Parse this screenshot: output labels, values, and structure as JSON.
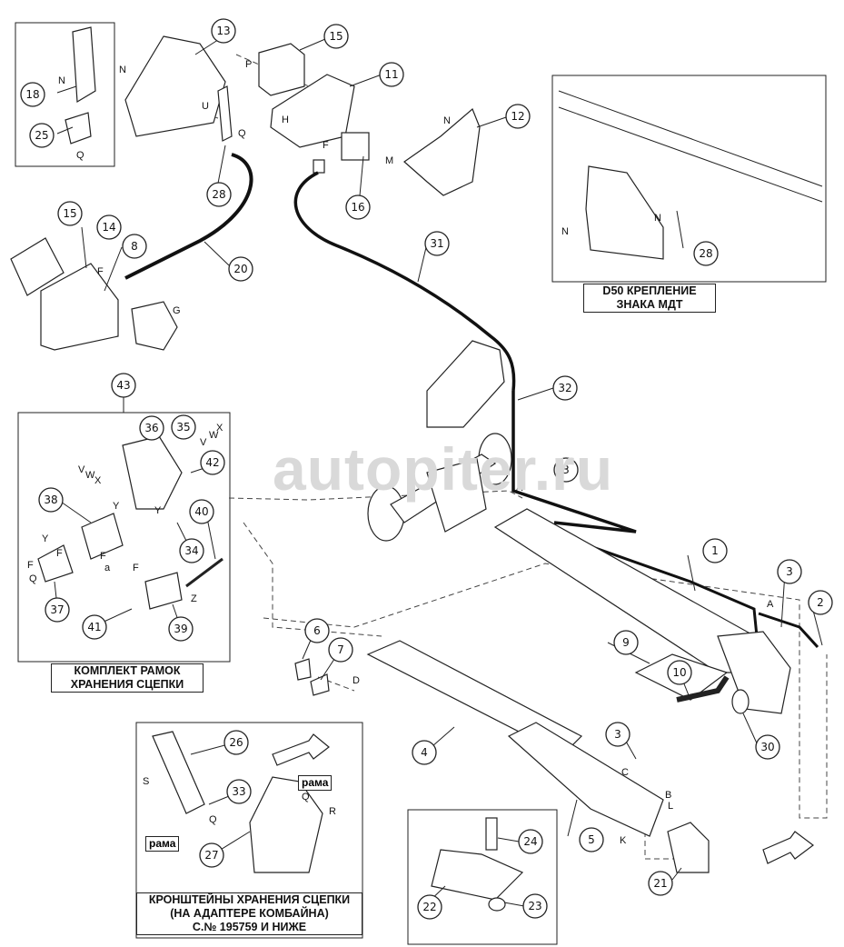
{
  "watermark": "autopiter.ru",
  "captions": {
    "d50_sign_mount": [
      "D50 КРЕПЛЕНИЕ",
      "ЗНАКА МДТ"
    ],
    "frame_kit": [
      "КОМПЛЕКТ РАМОК",
      "ХРАНЕНИЯ СЦЕПКИ"
    ],
    "storage_brackets": [
      "КРОНШТЕЙНЫ ХРАНЕНИЯ СЦЕПКИ",
      "(НА АДАПТЕРЕ КОМБАЙНА)",
      "С.№ 195759 И НИЖЕ"
    ]
  },
  "frame_tag": "рама",
  "callouts": [
    "1",
    "2",
    "3",
    "4",
    "5",
    "6",
    "7",
    "8",
    "9",
    "10",
    "11",
    "12",
    "13",
    "14",
    "15",
    "16",
    "18",
    "20",
    "21",
    "22",
    "23",
    "24",
    "25",
    "26",
    "27",
    "28",
    "30",
    "31",
    "32",
    "33",
    "34",
    "35",
    "36",
    "37",
    "38",
    "39",
    "40",
    "41",
    "42",
    "43"
  ],
  "letters": [
    "A",
    "B",
    "C",
    "D",
    "F",
    "G",
    "H",
    "K",
    "L",
    "M",
    "N",
    "P",
    "Q",
    "R",
    "S",
    "U",
    "V",
    "W",
    "X",
    "Y",
    "Z",
    "a"
  ]
}
